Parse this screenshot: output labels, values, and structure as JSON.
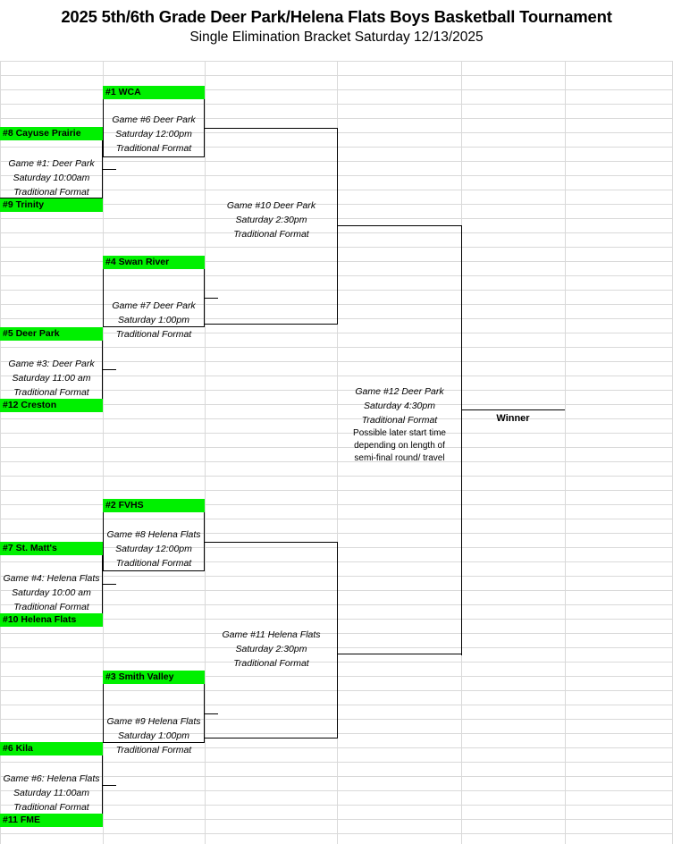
{
  "header": {
    "title": "2025 5th/6th Grade Deer Park/Helena Flats Boys Basketball Tournament",
    "subtitle": "Single Elimination Bracket Saturday 12/13/2025"
  },
  "colors": {
    "seed_highlight": "#00F000",
    "bracket_line": "#000000",
    "grid_line": "#D9D9D9",
    "text": "#000000"
  },
  "teams": {
    "s1": "#1 WCA",
    "s8": "#8 Cayuse Prairie",
    "s9": "#9 Trinity",
    "s4": "#4 Swan River",
    "s5": "#5 Deer Park",
    "s12": "#12 Creston",
    "s2": "#2 FVHS",
    "s7": "#7  St. Matt's",
    "s10": "#10 Helena Flats",
    "s3": "#3  Smith Valley",
    "s6": "#6 Kila",
    "s11": "#11 FME"
  },
  "games": {
    "g1": {
      "name": "Game #1: Deer Park",
      "time": "Saturday 10:00am",
      "format": "Traditional Format"
    },
    "g3": {
      "name": "Game #3: Deer Park",
      "time": "Saturday 11:00 am",
      "format": "Traditional Format"
    },
    "g4": {
      "name": "Game #4: Helena Flats",
      "time": "Saturday 10:00 am",
      "format": "Traditional Format"
    },
    "g6b": {
      "name": "Game #6: Helena Flats",
      "time": "Saturday 11:00am",
      "format": "Traditional Format"
    },
    "g6": {
      "name": "Game #6 Deer Park",
      "time": "Saturday 12:00pm",
      "format": "Traditional Format"
    },
    "g7": {
      "name": "Game #7 Deer Park",
      "time": "Saturday 1:00pm",
      "format": "Traditional Format"
    },
    "g8": {
      "name": "Game #8 Helena Flats",
      "time": "Saturday 12:00pm",
      "format": "Traditional Format"
    },
    "g9": {
      "name": "Game #9 Helena Flats",
      "time": "Saturday 1:00pm",
      "format": "Traditional Format"
    },
    "g10": {
      "name": "Game #10 Deer Park",
      "time": "Saturday 2:30pm",
      "format": "Traditional Format"
    },
    "g11": {
      "name": "Game #11 Helena Flats",
      "time": "Saturday 2:30pm",
      "format": "Traditional Format"
    },
    "g12": {
      "name": "Game #12 Deer Park",
      "time": "Saturday 4:30pm",
      "format": "Traditional Format",
      "note1": "Possible later start time",
      "note2": "depending on length of",
      "note3": "semi-final round/ travel"
    }
  },
  "final": {
    "winner_label": "Winner"
  }
}
